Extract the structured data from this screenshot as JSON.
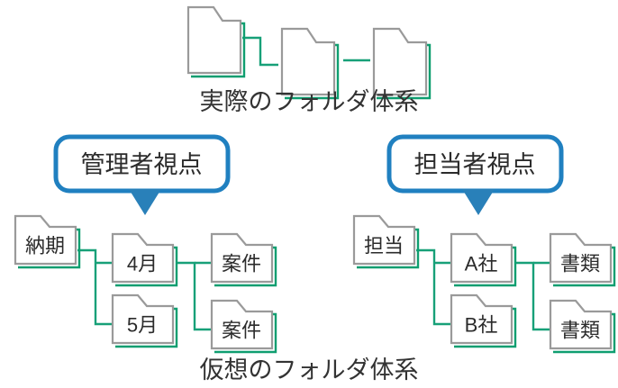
{
  "colors": {
    "folder_outline": "#9a9a9a",
    "folder_accent": "#0f9e70",
    "connector": "#17a078",
    "bubble_border": "#2080c0",
    "bubble_tail": "#2980b9",
    "text": "#333333",
    "background": "#ffffff"
  },
  "top_section": {
    "caption": "実際のフォルダ体系",
    "folders": [
      {
        "label": "",
        "name": "folder-real-1"
      },
      {
        "label": "",
        "name": "folder-real-2"
      },
      {
        "label": "",
        "name": "folder-real-3"
      }
    ]
  },
  "bottom_section": {
    "caption": "仮想のフォルダ体系",
    "left_view": {
      "bubble_label": "管理者視点",
      "root": {
        "label": "納期"
      },
      "level2": [
        {
          "label": "4月"
        },
        {
          "label": "5月"
        }
      ],
      "level3": [
        {
          "label": "案件"
        },
        {
          "label": "案件"
        }
      ]
    },
    "right_view": {
      "bubble_label": "担当者視点",
      "root": {
        "label": "担当"
      },
      "level2": [
        {
          "label": "A社"
        },
        {
          "label": "B社"
        }
      ],
      "level3": [
        {
          "label": "書類"
        },
        {
          "label": "書類"
        }
      ]
    }
  }
}
